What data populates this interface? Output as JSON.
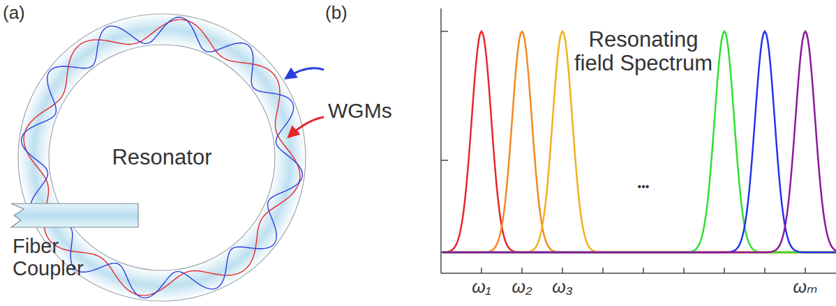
{
  "diagram": {
    "nodes": [
      {
        "text": [
          "Resonator"
        ]
      }
    ],
    "labels": [
      "(a)",
      "WGMs",
      "Fiber Coupler",
      "(b)",
      "Resonating field Spectrum",
      "•••",
      "ω₁",
      "ω₂",
      "ω₃",
      "ωₘ"
    ]
  }
}
